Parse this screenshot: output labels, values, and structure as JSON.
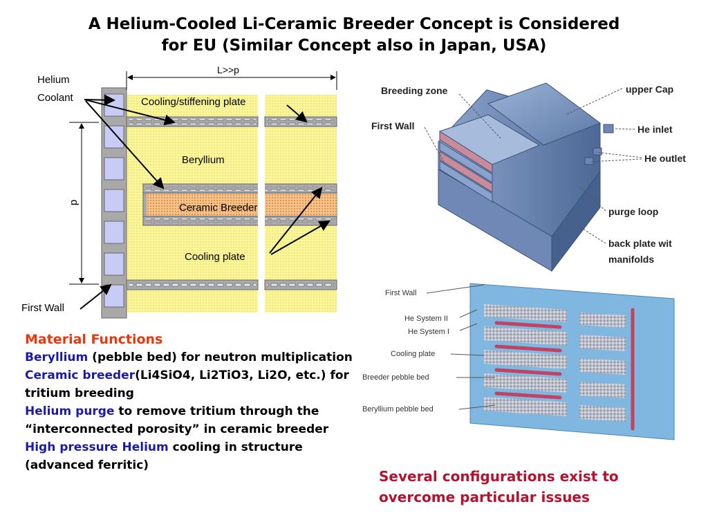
{
  "title_line1": "A Helium-Cooled Li-Ceramic Breeder Concept is Considered",
  "title_line2": "for EU (Similar Concept also in Japan, USA)",
  "left_diagram": {
    "length_label": "L>>p",
    "pitch_label": "p",
    "helium_coolant_label_1": "Helium",
    "helium_coolant_label_2": "Coolant",
    "cooling_stiffening_plate": "Cooling/stiffening plate",
    "beryllium": "Beryllium",
    "ceramic_breeder": "Ceramic Breeder",
    "cooling_plate": "Cooling plate",
    "first_wall": "First Wall",
    "colors": {
      "beryllium_fill": "#fbf69a",
      "breeder_fill": "#f4c48f",
      "steel": "#a9a9a9",
      "channel": "#c9cbf7"
    }
  },
  "block_3d": {
    "breeding_zone": "Breeding zone",
    "first_wall": "First Wall",
    "upper_cap": "upper Cap",
    "he_inlet": "He inlet",
    "he_outlet": "He outlet",
    "purge_loop": "purge loop",
    "back_plate_1": "back plate wit",
    "back_plate_2": "manifolds"
  },
  "cross_section": {
    "first_wall": "First Wall",
    "he_system_2": "He System II",
    "he_system_1": "He System I",
    "cooling_plate": "Cooling plate",
    "breeder_pebble_bed": "Breeder pebble bed",
    "beryllium_pebble_bed": "Beryllium pebble bed"
  },
  "material_functions": {
    "heading": "Material Functions",
    "items": [
      {
        "term": "Beryllium",
        "rest": " (pebble bed) for neutron multiplication"
      },
      {
        "term": "Ceramic breeder",
        "rest": "(Li4SiO4, Li2TiO3, Li2O, etc.) for tritium breeding"
      },
      {
        "term": "Helium purge",
        "rest": " to remove tritium through the “interconnected porosity” in ceramic breeder"
      },
      {
        "term": "High pressure Helium",
        "rest": " cooling in structure (advanced ferritic)"
      }
    ]
  },
  "note": "Several configurations exist to overcome particular issues",
  "colors": {
    "heading_orange": "#e8380d",
    "term_blue": "#1a1aa6",
    "note_red": "#b5122e"
  }
}
